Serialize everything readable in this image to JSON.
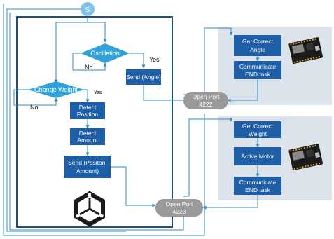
{
  "colors": {
    "box": "#1f5fa8",
    "decision": "#2ea2d9",
    "port": "#9a9a9a",
    "panel": "#dde3ea",
    "frame": "#1f4e86",
    "line": "#2f8cc4"
  },
  "start": {
    "label": "S"
  },
  "decisions": {
    "oscillation": "Oscillation",
    "change_weight": "Change Weight"
  },
  "branches": {
    "osc_yes": "Yes",
    "osc_no": "No",
    "cw_yes": "Yes",
    "cw_no": "No"
  },
  "boxes": {
    "send_angle": [
      "Send (Angle)"
    ],
    "detect_position": [
      "Detect",
      "Position"
    ],
    "detect_amount": [
      "Detect",
      "Amount"
    ],
    "send_pos_amount": [
      "Send (Positon,",
      "Amount)"
    ]
  },
  "ports": {
    "port_4222": [
      "Open Port",
      "4222"
    ],
    "port_4223": [
      "Open Port",
      "4223"
    ]
  },
  "panel_top": {
    "get_angle": [
      "Get Correct",
      "Angle"
    ],
    "communicate": [
      "Communicate",
      "END task"
    ]
  },
  "panel_bottom": {
    "get_weight": [
      "Get Correct",
      "Weight"
    ],
    "active_motor": [
      "Active Motor"
    ],
    "communicate": [
      "Communicate",
      "END task"
    ]
  },
  "icons": {
    "logo": "unity-logo-icon",
    "board": "microcontroller-board-icon"
  }
}
